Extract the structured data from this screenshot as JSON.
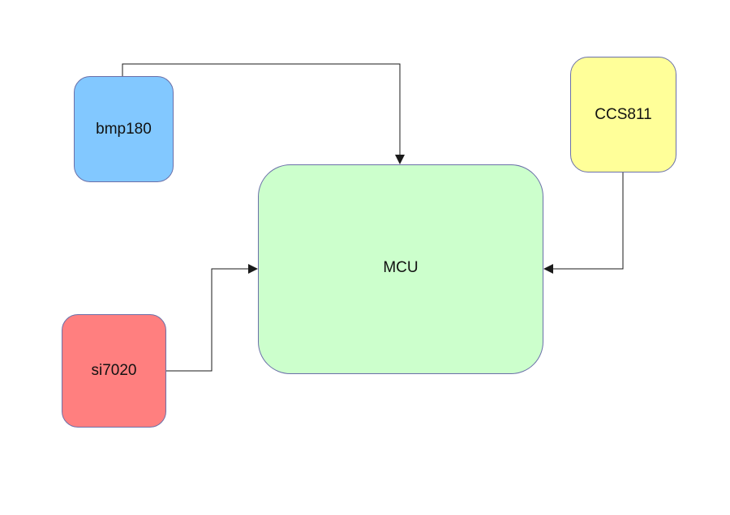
{
  "diagram": {
    "nodes": [
      {
        "id": "bmp180",
        "label": "bmp180",
        "color": "#82c8ff"
      },
      {
        "id": "ccs811",
        "label": "CCS811",
        "color": "#ffff99"
      },
      {
        "id": "mcu",
        "label": "MCU",
        "color": "#ccffcc"
      },
      {
        "id": "si7020",
        "label": "si7020",
        "color": "#ff7f7f"
      }
    ],
    "edges": [
      {
        "from": "bmp180",
        "to": "mcu"
      },
      {
        "from": "ccs811",
        "to": "mcu"
      },
      {
        "from": "si7020",
        "to": "mcu"
      }
    ],
    "edge_color": "#1a1a1a",
    "border_color": "#6a6fa8"
  }
}
